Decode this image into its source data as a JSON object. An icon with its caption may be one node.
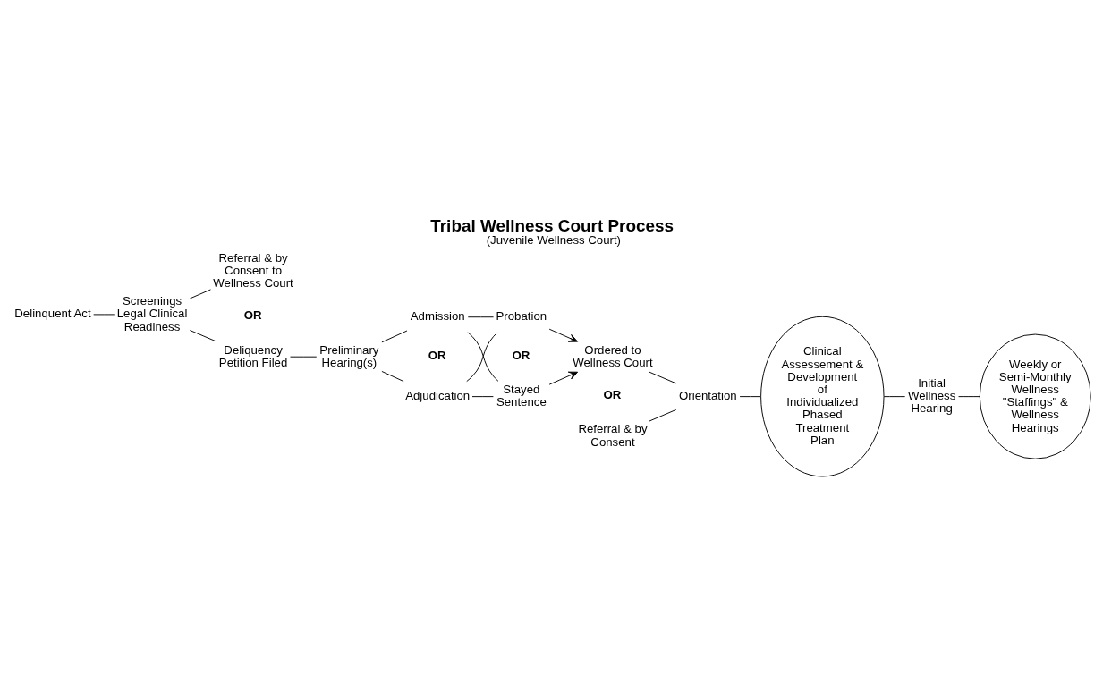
{
  "diagram": {
    "title": "Tribal Wellness Court Process",
    "caption": "(Juvenile Wellness Court)",
    "nodes": [
      {
        "text": [
          "Delinquent Act"
        ]
      },
      {
        "text": [
          "Screenings Legal Clinical Readiness"
        ]
      },
      {
        "text": [
          "Referral & by Consent to Wellness Court"
        ]
      },
      {
        "text": [
          "Deliquency Petition Filed"
        ]
      },
      {
        "text": [
          "Preliminary Hearing(s)"
        ]
      },
      {
        "text": [
          "Admission"
        ]
      },
      {
        "text": [
          "Adjudication"
        ]
      },
      {
        "text": [
          "Probation"
        ]
      },
      {
        "text": [
          "Stayed Sentence"
        ]
      },
      {
        "text": [
          "Ordered to Wellness Court"
        ]
      },
      {
        "text": [
          "Referral & by Consent"
        ]
      },
      {
        "text": [
          "Orientation"
        ]
      },
      {
        "text": [
          "Clinical Assessement & Development of Individualized Phased Treatment Plan"
        ]
      },
      {
        "text": [
          "Initial Wellness Hearing"
        ]
      },
      {
        "text": [
          "Weekly or Semi-Monthly Wellness \"Staffings\" & Wellness Hearings"
        ]
      }
    ],
    "edges": [
      {
        "from": 0,
        "to": 1,
        "arrow": "none"
      },
      {
        "from": 1,
        "to": 2,
        "arrow": "none"
      },
      {
        "from": 1,
        "to": 3,
        "arrow": "none"
      },
      {
        "from": 3,
        "to": 4,
        "arrow": "none"
      },
      {
        "from": 4,
        "to": 5,
        "arrow": "none"
      },
      {
        "from": 4,
        "to": 6,
        "arrow": "none"
      },
      {
        "from": 5,
        "to": 7,
        "arrow": "none"
      },
      {
        "from": 5,
        "to": 8,
        "arrow": "none"
      },
      {
        "from": 6,
        "to": 7,
        "arrow": "none"
      },
      {
        "from": 6,
        "to": 8,
        "arrow": "none"
      },
      {
        "from": 7,
        "to": 9,
        "arrow": "to"
      },
      {
        "from": 8,
        "to": 9,
        "arrow": "to"
      },
      {
        "from": 9,
        "to": 11,
        "arrow": "none"
      },
      {
        "from": 10,
        "to": 11,
        "arrow": "none"
      },
      {
        "from": 11,
        "to": 12,
        "arrow": "none"
      },
      {
        "from": 12,
        "to": 13,
        "arrow": "none"
      },
      {
        "from": 13,
        "to": 14,
        "arrow": "none"
      }
    ],
    "labels": [
      "OR",
      "OR",
      "OR",
      "OR"
    ]
  }
}
